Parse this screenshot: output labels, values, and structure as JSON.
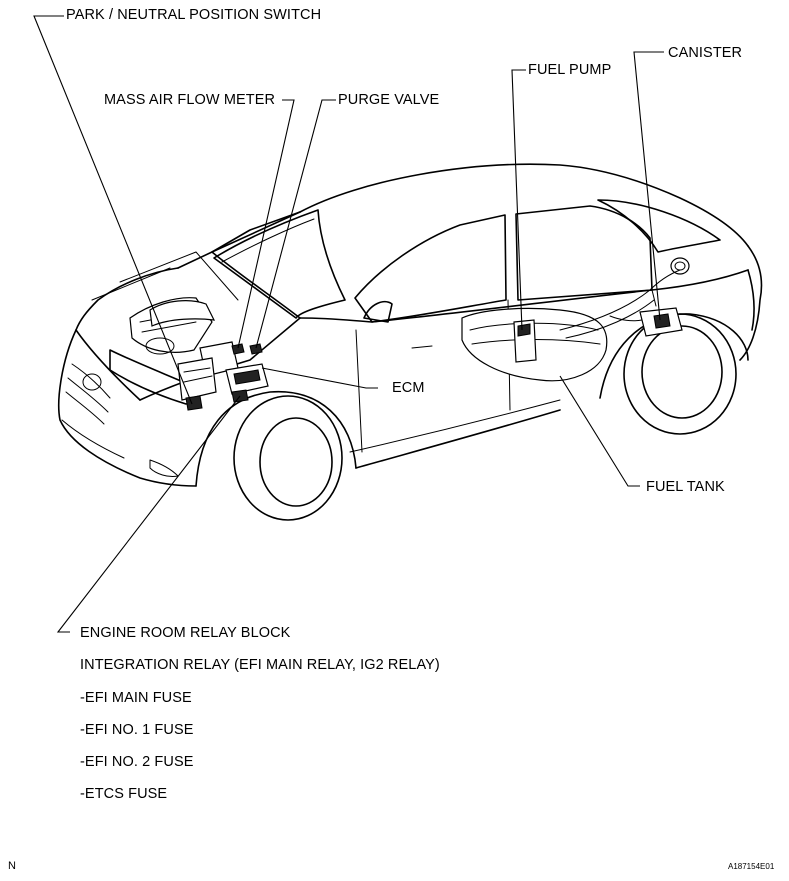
{
  "labels": {
    "park_neutral": "PARK / NEUTRAL POSITION SWITCH",
    "mass_air_flow": "MASS AIR FLOW METER",
    "purge_valve": "PURGE VALVE",
    "fuel_pump": "FUEL PUMP",
    "canister": "CANISTER",
    "ecm": "ECM",
    "fuel_tank": "FUEL TANK",
    "engine_room_relay_block": "ENGINE ROOM RELAY BLOCK"
  },
  "relay_list": [
    "INTEGRATION RELAY  (EFI MAIN RELAY, IG2 RELAY)",
    "-EFI MAIN FUSE",
    "-EFI NO. 1 FUSE",
    "-EFI NO. 2 FUSE",
    "-ETCS FUSE"
  ],
  "footer": {
    "left_mark": "N",
    "figure_code": "A187154E01"
  }
}
